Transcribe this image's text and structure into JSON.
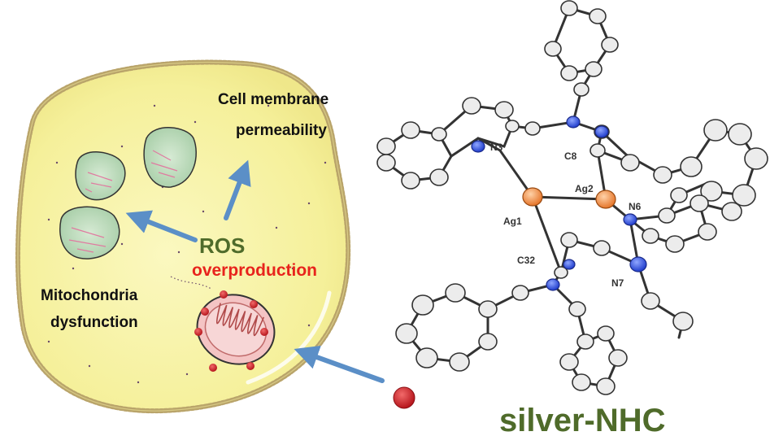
{
  "labels": {
    "membrane_line1": "Cell membrane",
    "membrane_line2": "permeability",
    "ros": "ROS",
    "overproduction": "overproduction",
    "mito_line1": "Mitochondria",
    "mito_line2": "dysfunction",
    "compound": "silver-NHC"
  },
  "atoms": {
    "n3": "N3",
    "c8": "C8",
    "ag2": "Ag2",
    "ag1": "Ag1",
    "n6": "N6",
    "c32": "C32",
    "n7": "N7"
  },
  "colors": {
    "cell_fill": "#f7f3a6",
    "membrane": "#b9a46a",
    "arrow": "#5b8fc7",
    "ros_text": "#4f6b2a",
    "overproduction_text": "#e8231c",
    "compound_text": "#4f6b2a",
    "drug_dot": "#d9222a",
    "silver_atom": "#f08a3c",
    "nitrogen_atom": "#2f4fd8",
    "carbon_atom": "#e8e8e8"
  }
}
